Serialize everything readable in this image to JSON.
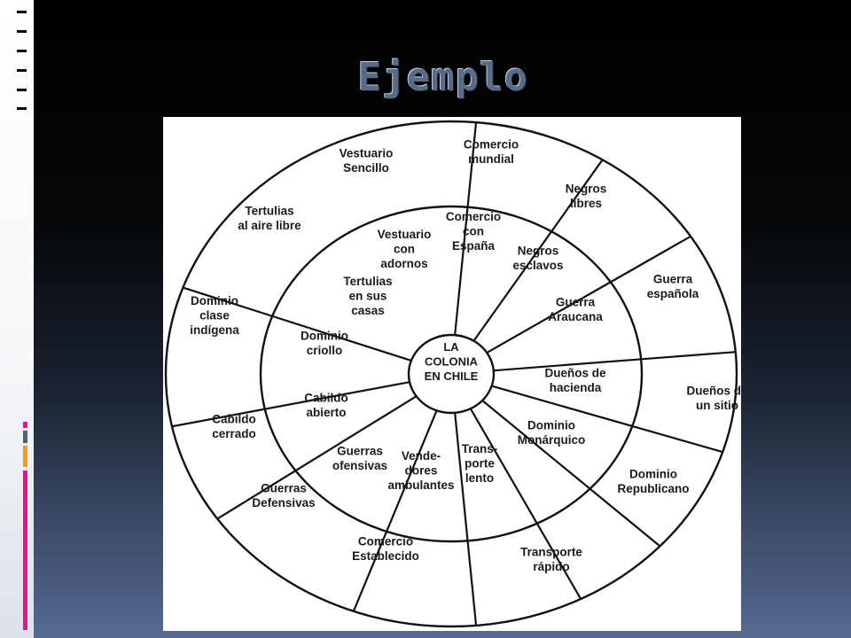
{
  "title": "Ejemplo",
  "diagram": {
    "center": [
      "LA",
      "COLONIA",
      "EN CHILE"
    ],
    "outer": [
      {
        "lines": [
          "Comercio",
          "mundial"
        ]
      },
      {
        "lines": [
          "Negros",
          "libres"
        ]
      },
      {
        "lines": [
          "Guerra",
          "española"
        ]
      },
      {
        "lines": [
          "Dueños de",
          "un sitio"
        ]
      },
      {
        "lines": [
          "Dominio",
          "Republicano"
        ]
      },
      {
        "lines": [
          "Transporte",
          "rápido"
        ]
      },
      {
        "lines": [
          "Comercio",
          "Establecido"
        ]
      },
      {
        "lines": [
          "Guerras",
          "Defensivas"
        ]
      },
      {
        "lines": [
          "Cabildo",
          "cerrado"
        ]
      },
      {
        "lines": [
          "Dominio",
          "clase",
          "indígena"
        ]
      },
      {
        "lines": [
          "Tertulias",
          "al aire libre"
        ]
      },
      {
        "lines": [
          "Vestuario",
          "Sencillo"
        ]
      }
    ],
    "inner": [
      {
        "lines": [
          "Comercio",
          "con",
          "España"
        ]
      },
      {
        "lines": [
          "Negros",
          "esclavos"
        ]
      },
      {
        "lines": [
          "Guerra",
          "Araucana"
        ]
      },
      {
        "lines": [
          "Dueños de",
          "hacienda"
        ]
      },
      {
        "lines": [
          "Dominio",
          "Monárquico"
        ]
      },
      {
        "lines": [
          "Trans-",
          "porte",
          "lento"
        ]
      },
      {
        "lines": [
          "Vende-",
          "dores",
          "ambulantes"
        ]
      },
      {
        "lines": [
          "Guerras",
          "ofensivas"
        ]
      },
      {
        "lines": [
          "Cabildo",
          "abierto"
        ]
      },
      {
        "lines": [
          "Dominio",
          "criollo"
        ]
      },
      {
        "lines": [
          "Tertulias",
          "en sus",
          "casas"
        ]
      },
      {
        "lines": [
          "Vestuario",
          "con",
          "adornos"
        ]
      }
    ]
  }
}
